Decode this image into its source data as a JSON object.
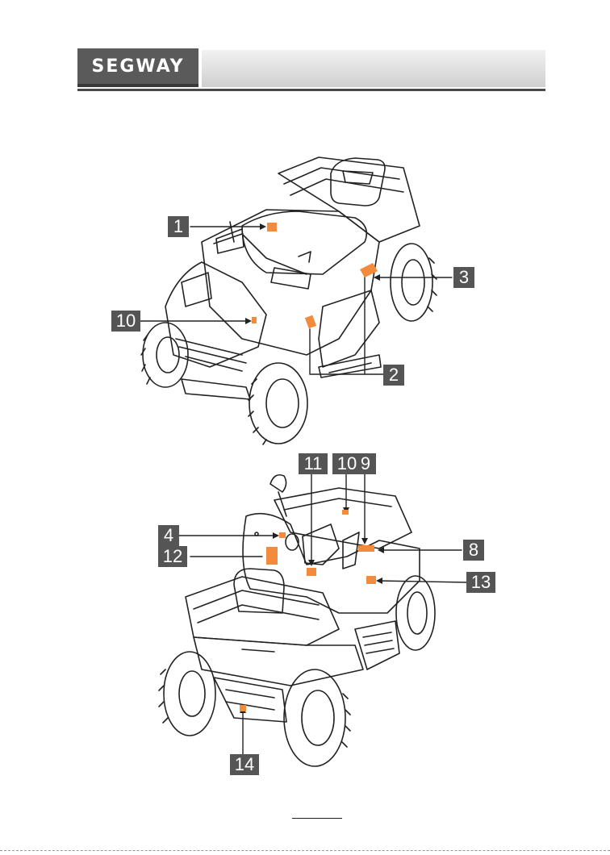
{
  "header": {
    "brand": "SEGWAY"
  },
  "callouts_top": [
    "1",
    "2",
    "3",
    "10"
  ],
  "callouts_bottom": [
    "4",
    "8",
    "9",
    "10",
    "11",
    "12",
    "13",
    "14"
  ],
  "colors": {
    "label_orange": "#f28c3c",
    "callout_bg": "#555555"
  }
}
